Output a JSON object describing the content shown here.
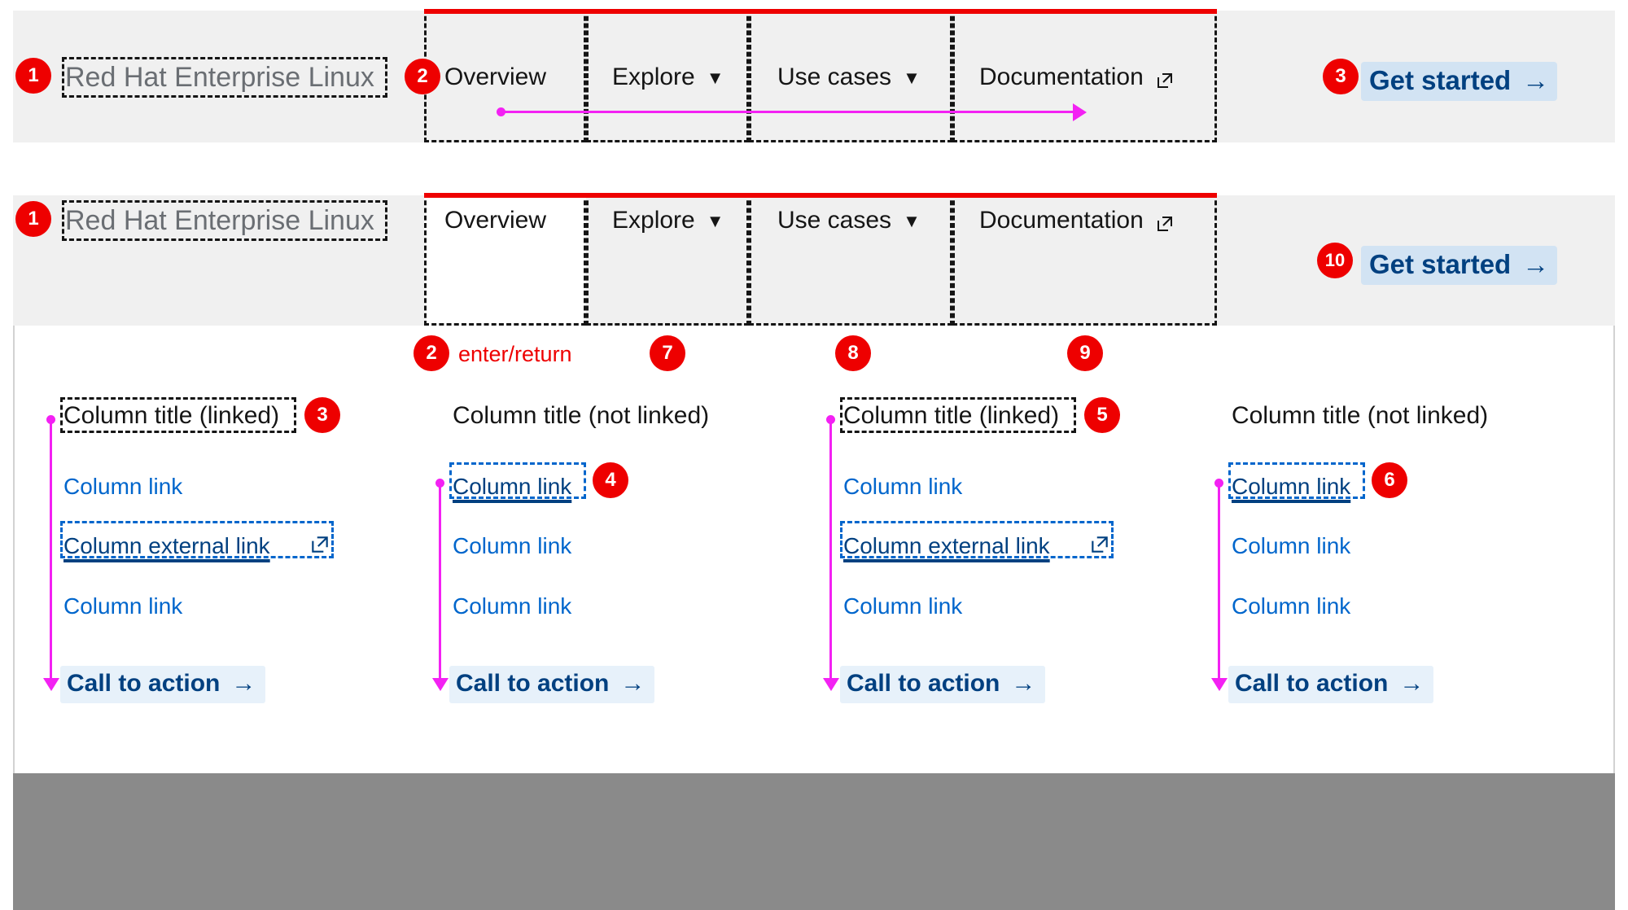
{
  "brand": "Red Hat Enterprise Linux",
  "colors": {
    "nav_bg": "#f0f0f0",
    "accent_red": "#ee0000",
    "badge_red": "#ee0000",
    "link_blue": "#0066cc",
    "cta_text": "#004080",
    "cta_bg": "#e7f1fa",
    "get_started_bg": "#d2e3f3",
    "annotation_pink": "#f321f3",
    "footer_gray": "#8a8a8a",
    "brand_text": "#6a6e73"
  },
  "nav_items": [
    {
      "label": "Overview",
      "has_caret": false,
      "external": false
    },
    {
      "label": "Explore",
      "has_caret": true,
      "external": false
    },
    {
      "label": "Use cases",
      "has_caret": true,
      "external": false
    },
    {
      "label": "Documentation",
      "has_caret": false,
      "external": true
    }
  ],
  "get_started": {
    "label": "Get started",
    "arrow": "→"
  },
  "bar_one": {
    "badges": [
      {
        "number": "1",
        "target": "brand"
      },
      {
        "number": "2",
        "target": "overview-nav-item"
      },
      {
        "number": "3",
        "target": "get-started-button"
      }
    ]
  },
  "bar_two": {
    "badges": [
      {
        "number": "1",
        "target": "brand"
      },
      {
        "number": "2",
        "target": "overview-nav-item"
      },
      {
        "number": "7",
        "target": "explore-nav-item"
      },
      {
        "number": "8",
        "target": "use-cases-nav-item"
      },
      {
        "number": "9",
        "target": "documentation-nav-item"
      },
      {
        "number": "10",
        "target": "get-started-button"
      }
    ],
    "enter_return_label": "enter/return"
  },
  "panel": {
    "columns": [
      {
        "title": "Column title (linked)",
        "title_linked": true,
        "title_focused": true,
        "badge": "3",
        "links": [
          {
            "label": "Column link",
            "external": false,
            "focused": false
          },
          {
            "label": "Column external link",
            "external": true,
            "focused": true,
            "badge": null
          },
          {
            "label": "Column link",
            "external": false,
            "focused": false
          }
        ],
        "cta": {
          "label": "Call to action",
          "arrow": "→"
        }
      },
      {
        "title": "Column title (not linked)",
        "title_linked": false,
        "title_focused": false,
        "badge": null,
        "links": [
          {
            "label": "Column link",
            "external": false,
            "focused": true,
            "badge": "4"
          },
          {
            "label": "Column link",
            "external": false,
            "focused": false
          },
          {
            "label": "Column link",
            "external": false,
            "focused": false
          }
        ],
        "cta": {
          "label": "Call to action",
          "arrow": "→"
        }
      },
      {
        "title": "Column title (linked)",
        "title_linked": true,
        "title_focused": true,
        "badge": "5",
        "links": [
          {
            "label": "Column link",
            "external": false,
            "focused": false
          },
          {
            "label": "Column external link",
            "external": true,
            "focused": true,
            "badge": null
          },
          {
            "label": "Column link",
            "external": false,
            "focused": false
          }
        ],
        "cta": {
          "label": "Call to action",
          "arrow": "→"
        }
      },
      {
        "title": "Column title (not linked)",
        "title_linked": false,
        "title_focused": false,
        "badge": null,
        "links": [
          {
            "label": "Column link",
            "external": false,
            "focused": true,
            "badge": "6"
          },
          {
            "label": "Column link",
            "external": false,
            "focused": false
          },
          {
            "label": "Column link",
            "external": false,
            "focused": false
          }
        ],
        "cta": {
          "label": "Call to action",
          "arrow": "→"
        }
      }
    ]
  }
}
